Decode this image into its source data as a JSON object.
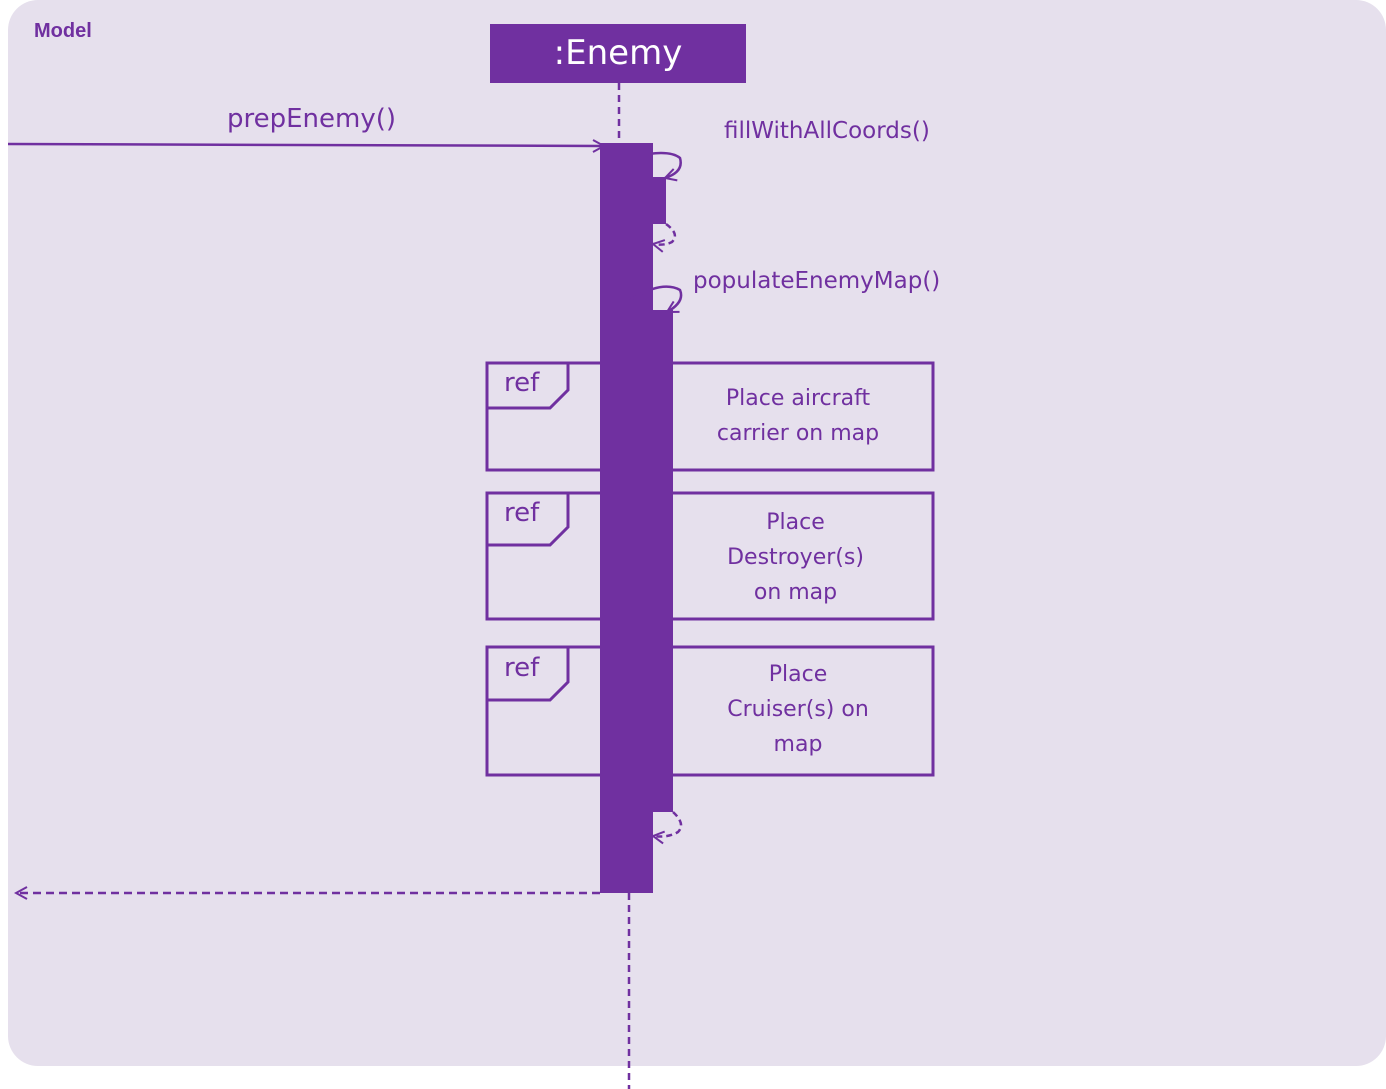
{
  "frame": {
    "label": "Model"
  },
  "lifeline": {
    "name": ":Enemy"
  },
  "messages": {
    "call": "prepEnemy()",
    "self1": "fillWithAllCoords()",
    "self2": "populateEnemyMap()"
  },
  "refs": [
    {
      "tag": "ref",
      "lines": [
        "Place aircraft",
        "carrier on map"
      ]
    },
    {
      "tag": "ref",
      "lines": [
        "Place",
        "Destroyer(s)",
        "on map"
      ]
    },
    {
      "tag": "ref",
      "lines": [
        "Place",
        "Cruiser(s) on",
        "map"
      ]
    }
  ],
  "colors": {
    "accent": "#7030a0",
    "background": "#e6e0ed"
  }
}
